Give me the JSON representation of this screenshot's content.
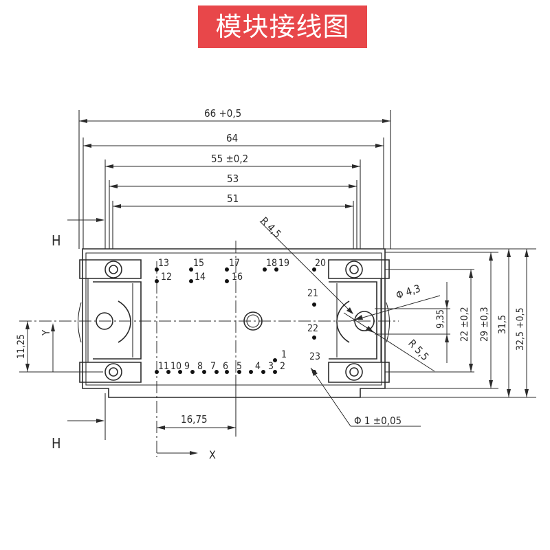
{
  "banner_title": "模块接线图",
  "dimensions": {
    "overall_width": "66  +0,5",
    "width_64": "64",
    "hole_spacing": "55  ±0,2",
    "width_53": "53",
    "width_51": "51",
    "radius_45": "R 4,5",
    "hole_diameter": "Φ 4,3",
    "radius_55": "R 5,5",
    "pin_diameter": "Φ  1  ±0,05",
    "pitch": "16,75",
    "offset_y": "11,25",
    "h_935": "9,35",
    "h_22": "22  ±0,2",
    "h_29": "29  ±0,3",
    "h_315": "31,5",
    "h_325": "32,5  +0,5"
  },
  "axes": {
    "x": "X",
    "y": "Y",
    "section_top": "H",
    "section_bottom": "H"
  },
  "pins": {
    "p1": "1",
    "p2": "2",
    "p3": "3",
    "p4": "4",
    "p5": "5",
    "p6": "6",
    "p7": "7",
    "p8": "8",
    "p9": "9",
    "p10": "10",
    "p11": "11",
    "p12": "12",
    "p13": "13",
    "p14": "14",
    "p15": "15",
    "p16": "16",
    "p17": "17",
    "p18": "18",
    "p19": "19",
    "p20": "20",
    "p21": "21",
    "p22": "22",
    "p23": "23"
  },
  "colors": {
    "banner": "#e8474a",
    "ink": "#2a2a2a"
  }
}
